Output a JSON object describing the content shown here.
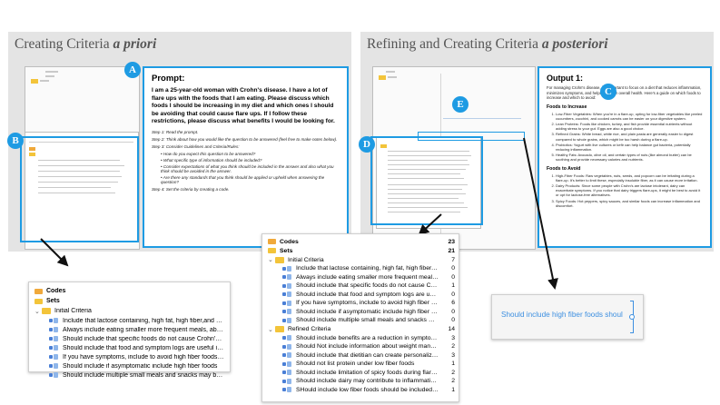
{
  "left_panel": {
    "title_main": "Creating Criteria ",
    "title_italic": "a priori"
  },
  "right_panel": {
    "title_main": "Refining and Creating Criteria ",
    "title_italic": "a posteriori"
  },
  "badges": {
    "a": "A",
    "b": "B",
    "c": "C",
    "d": "D",
    "e": "E"
  },
  "prompt": {
    "heading": "Prompt:",
    "text": "I am a 25-year-old woman with Crohn's disease.  I have a lot of flare ups with the foods that I am eating.  Please discuss which foods I should be increasing in my diet and which ones I should be avoiding that could cause flare ups. If I follow these restrictions, please discuss what benefits I would be looking for.",
    "step1": "Step 1: Read the prompt.",
    "step2": "Step 2: Think about how you would like the question to be answered (feel free to make notes below).",
    "step3": "Step 3: Consider Guidelines and Criteria/Rules:",
    "bullets": [
      "How do you expect this question to be answered?",
      "What specific type of information should be included?",
      "Consider expectations of what you think should be included in the answer and also what you think should be avoided in the answer.",
      "Are there any standards that you think should be applied or upheld when answering the question?"
    ],
    "step4": "Step 4: Set the criteria by creating a code."
  },
  "output": {
    "heading": "Output 1:",
    "intro": "For managing Crohn's disease, it's important to focus on a diet that reduces inflammation, minimizes symptoms, and helps maintain overall health. Here's a guide on which foods to increase and which to avoid:",
    "sec_increase": "Foods to Increase",
    "increase": [
      "Low-Fiber Vegetables: When you're in a flare-up, opting for low-fiber vegetables like peeled cucumbers, zucchini, and cooked carrots can be easier on your digestive system.",
      "Lean Proteins: Foods like chicken, turkey, and fish provide essential nutrients without adding stress to your gut. Eggs are also a good choice.",
      "Refined Grains: White bread, white rice, and plain pasta are generally easier to digest compared to whole grains, which might be too harsh during a flare-up.",
      "Probiotics: Yogurt with live cultures or kefir can help balance gut bacteria, potentially reducing inflammation.",
      "Healthy Fats: Avocado, olive oil, and certain types of nuts (like almond butter) can be soothing and provide necessary calories and nutrients."
    ],
    "sec_avoid": "Foods to Avoid",
    "avoid": [
      "High-Fiber Foods: Raw vegetables, nuts, seeds, and popcorn can be irritating during a flare-up. It's better to limit these, especially insoluble fiber, as it can cause more irritation.",
      "Dairy Products: Since some people with Crohn's are lactose intolerant, dairy can exacerbate symptoms. If you notice that dairy triggers flare-ups, it might be best to avoid it or opt for lactose-free alternatives.",
      "Spicy Foods: Hot peppers, spicy sauces, and similar foods can increase inflammation and discomfort."
    ]
  },
  "zoom_left": {
    "codes": "Codes",
    "sets": "Sets",
    "group": "Initial Criteria",
    "items": [
      "Include that lactose containing, high fat, high fiber,and alcoho...",
      "Always include eating smaller more frequent meals, about eve...",
      "Should include that specific foods do not cause Crohn's disea...",
      "Should include that food and symptom logs are useful in conn...",
      "If you have symptoms, include to avoid high fiber foods and c...",
      "Should include if asymptomatic include high fiber foods",
      "Should include multiple small meals and snacks may be helpful"
    ]
  },
  "zoom_mid": {
    "codes": "Codes",
    "codes_count": "23",
    "sets": "Sets",
    "sets_count": "21",
    "group1": "Initial Criteria",
    "group1_count": "7",
    "items1": [
      {
        "label": "Include that lactose containing, high fat, high fiber,and alcoho...",
        "count": "0"
      },
      {
        "label": "Always include eating smaller more frequent meals, about eve...",
        "count": "0"
      },
      {
        "label": "Should include that specific foods do not cause Crohn's disea...",
        "count": "1"
      },
      {
        "label": "Should include that food and symptom logs are useful in conn...",
        "count": "0"
      },
      {
        "label": "If you have symptoms, include to avoid high fiber foods and c...",
        "count": "6"
      },
      {
        "label": "Should include if asymptomatic include high fiber foods",
        "count": "0"
      },
      {
        "label": "Should include multiple small meals and snacks may be helpful",
        "count": "0"
      }
    ],
    "group2": "Refined Criteria",
    "group2_count": "14",
    "items2": [
      {
        "label": "Should include benefits are a reduction in symptoms and nor...",
        "count": "3"
      },
      {
        "label": "Should Not include information about weight management",
        "count": "2"
      },
      {
        "label": "Should include that dietitian can create personalized plan",
        "count": "3"
      },
      {
        "label": "Should not list protein under low fiber foods",
        "count": "1"
      },
      {
        "label": "Should include limitation of spicy foods during flare up",
        "count": "2"
      },
      {
        "label": "Should include dairy may contribute to inflammation if intoler...",
        "count": "2"
      },
      {
        "label": "SHould include low fiber foods should be included during flar...",
        "count": "1"
      }
    ]
  },
  "zoom_right": {
    "text": "Should include high fiber foods shoul"
  }
}
